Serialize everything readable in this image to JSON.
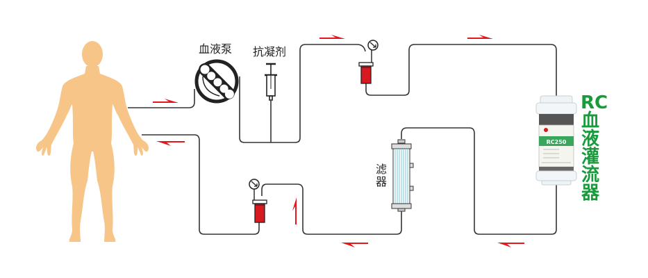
{
  "labels": {
    "pump": "血液泵",
    "anticoagulant": "抗凝剂",
    "filter_line1": "滤",
    "filter_line2": "器",
    "perfuser_prefix": "RC",
    "perfuser_chars": [
      "血",
      "液",
      "灌",
      "流",
      "器"
    ],
    "cartridge_label": "RC250"
  },
  "colors": {
    "body": "#f7c587",
    "line": "#333333",
    "arrow": "#e5161c",
    "blood": "#d71920",
    "green": "#1a9a3c",
    "fiber": "#8ed0dc"
  },
  "flow_arrows": [
    {
      "id": "out-from-body",
      "direction": "right"
    },
    {
      "id": "return-to-body",
      "direction": "left"
    },
    {
      "id": "top-mid",
      "direction": "right"
    },
    {
      "id": "top-right",
      "direction": "right"
    },
    {
      "id": "bottom-right",
      "direction": "left"
    },
    {
      "id": "bottom-mid",
      "direction": "left"
    },
    {
      "id": "up-after-filter",
      "direction": "up"
    }
  ]
}
